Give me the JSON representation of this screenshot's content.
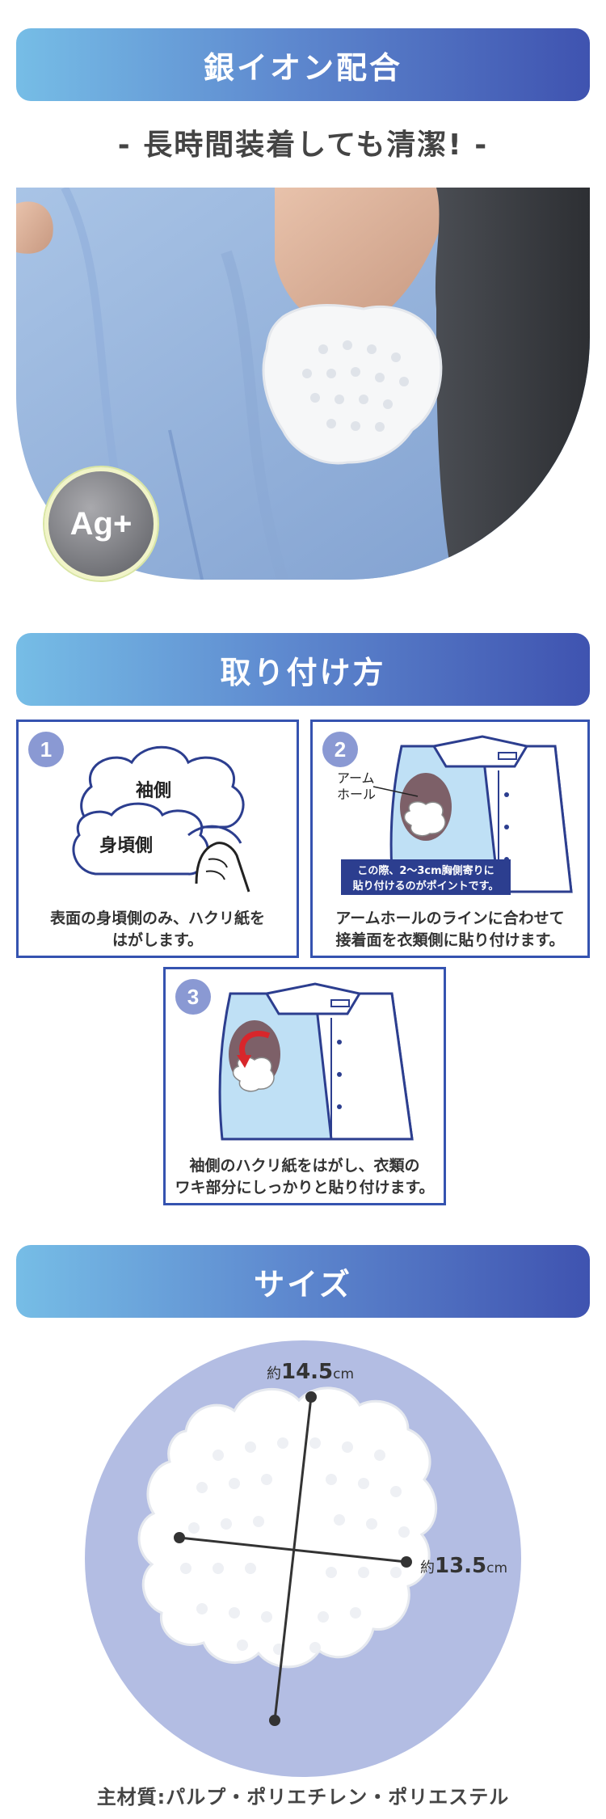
{
  "section1": {
    "title": "銀イオン配合",
    "subtitle": "- 長時間装着しても清潔! -",
    "badge": "Ag+"
  },
  "section2": {
    "title": "取り付け方",
    "steps": [
      {
        "number": "1",
        "labels": [
          "袖側",
          "身頃側"
        ],
        "caption_lines": [
          "表面の身頃側のみ、ハクリ紙を",
          "はがします。"
        ]
      },
      {
        "number": "2",
        "callout_lines": [
          "アーム",
          "ホール"
        ],
        "note_lines": [
          "この際、2〜3cm胸側寄りに",
          "貼り付けるのがポイントです。"
        ],
        "caption_lines": [
          "アームホールのラインに合わせて",
          "接着面を衣類側に貼り付けます。"
        ]
      },
      {
        "number": "3",
        "caption_lines": [
          "袖側のハクリ紙をはがし、衣類の",
          "ワキ部分にしっかりと貼り付けます。"
        ]
      }
    ]
  },
  "section3": {
    "title": "サイズ",
    "width_prefix": "約",
    "width_value": "14.5",
    "width_unit": "cm",
    "height_prefix": "約",
    "height_value": "13.5",
    "height_unit": "cm",
    "material": "主材質:パルプ・ポリエチレン・ポリエステル"
  },
  "colors": {
    "banner_start": "#76bde6",
    "banner_end": "#3f53b0",
    "step_border": "#3553b0",
    "step_number": "#8a99d3",
    "size_circle": "#b3bde3"
  }
}
